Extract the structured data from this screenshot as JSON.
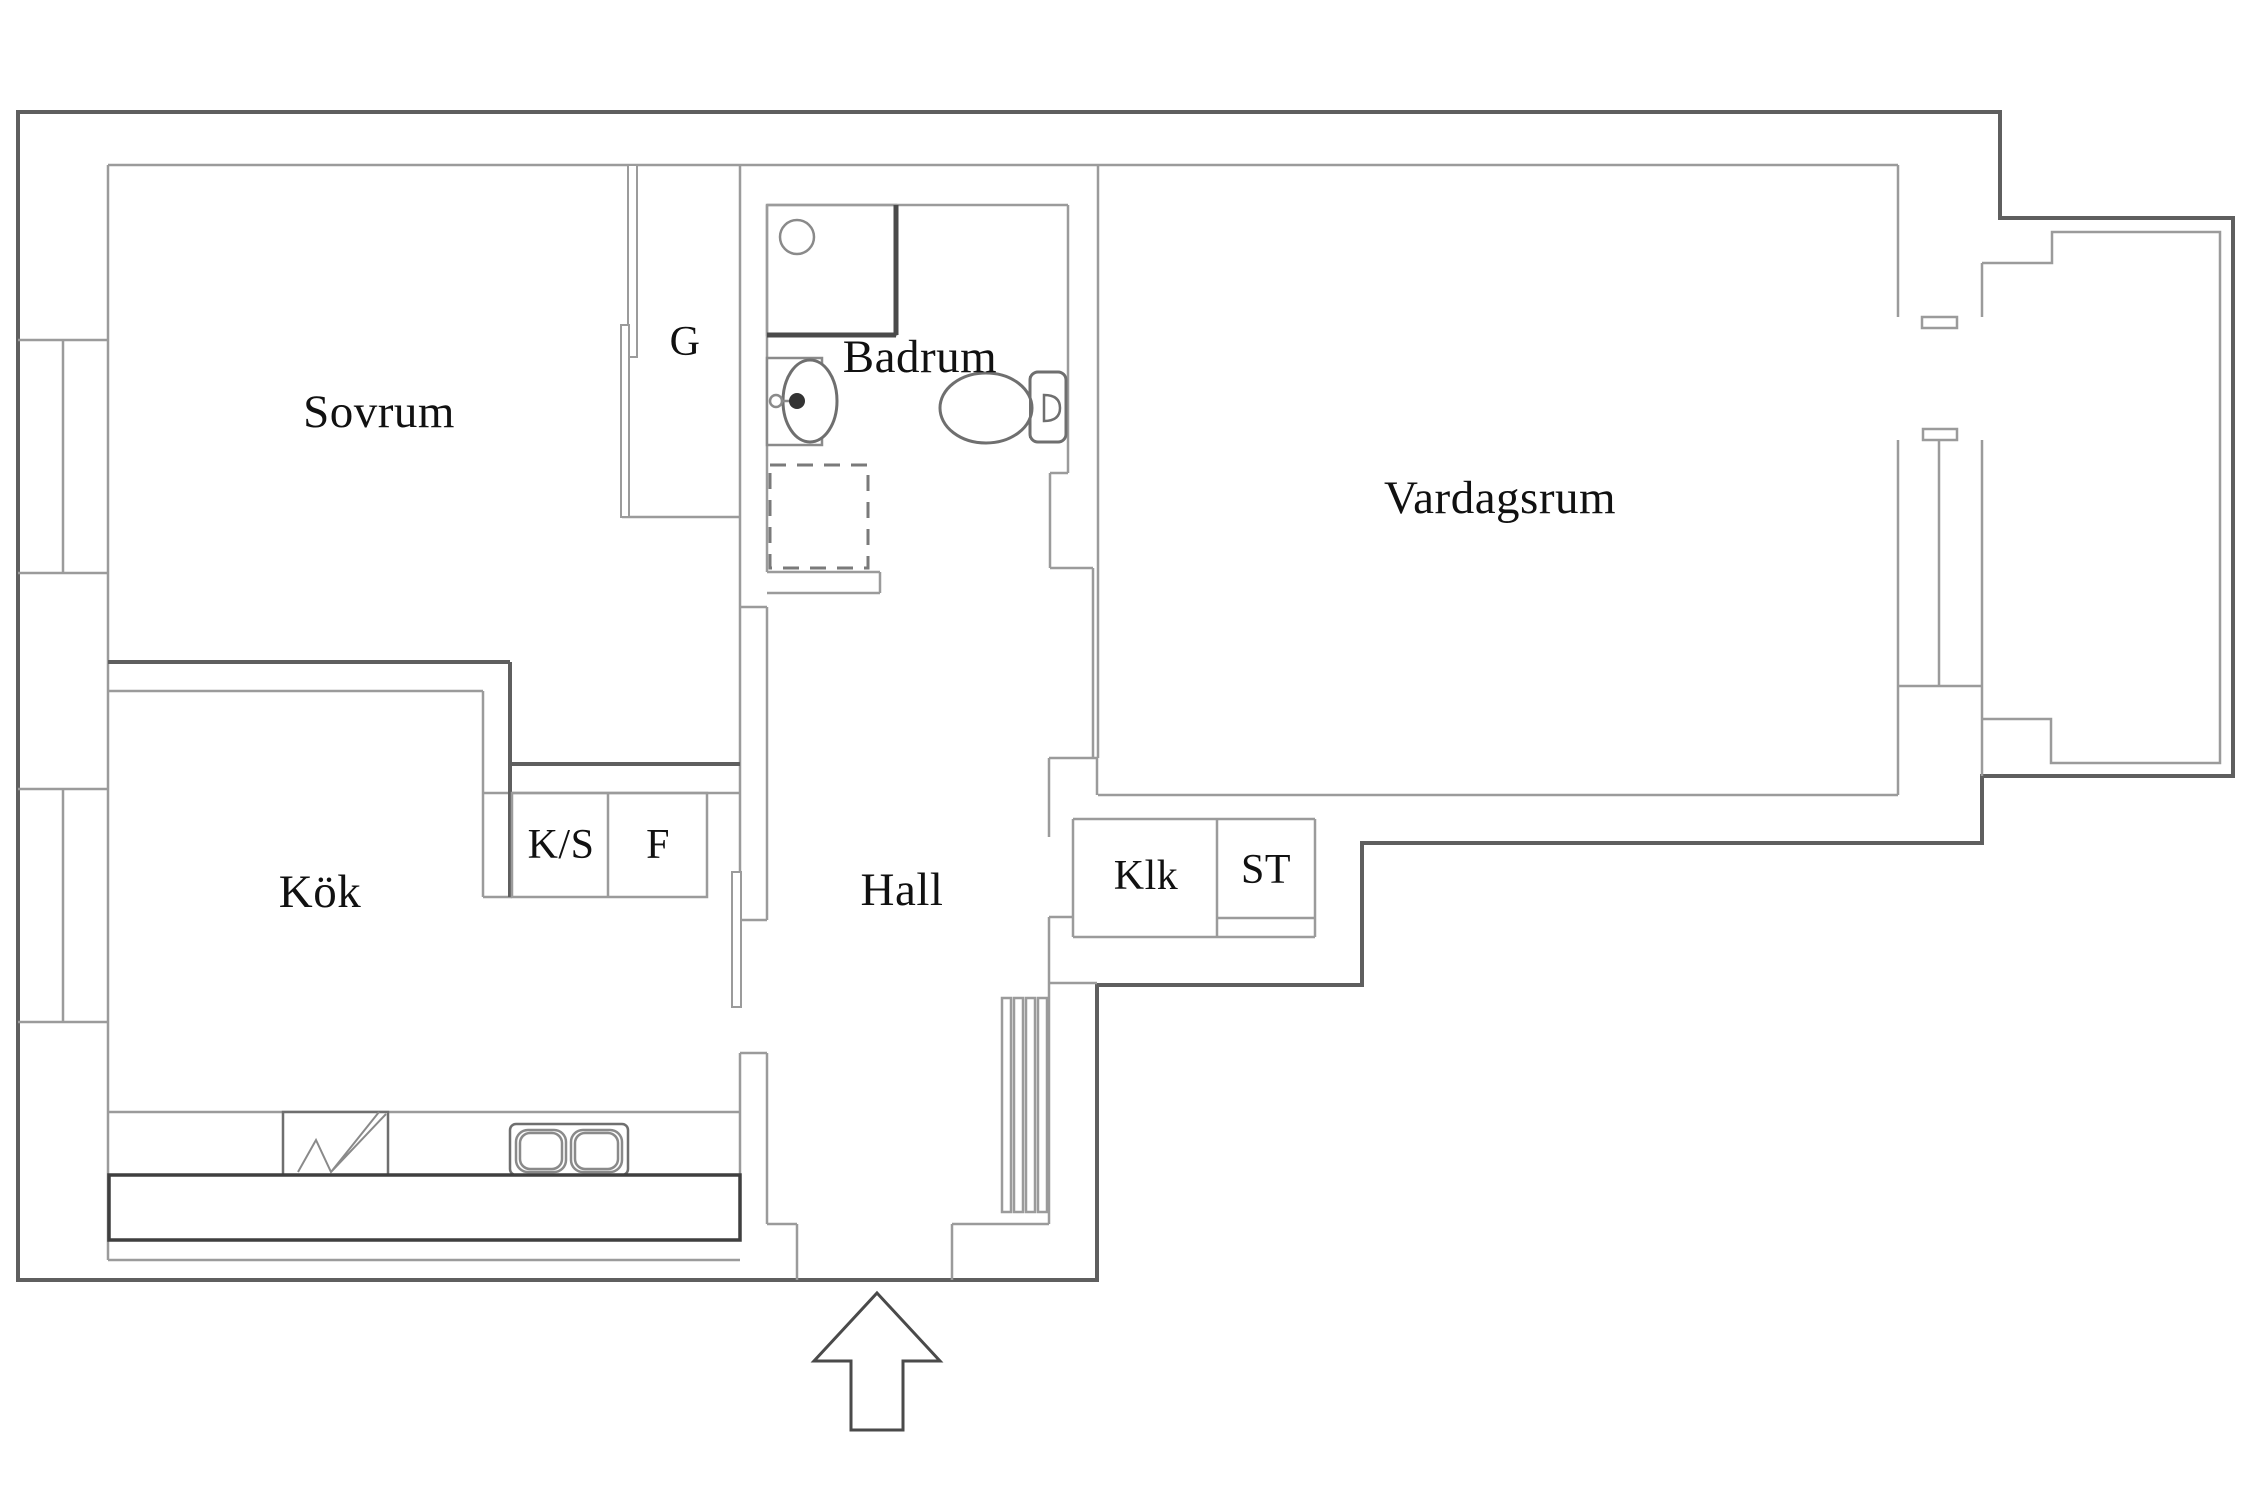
{
  "plan_title": "Apartment floor plan",
  "colors": {
    "background": "#ffffff",
    "wall_outer": "#5f5f5f",
    "wall_inner": "#9b9b9b",
    "fixture_line": "#8a8a8a",
    "fixture_dark": "#444444",
    "label_text": "#111111"
  },
  "rooms": [
    {
      "id": "sovrum",
      "label": "Sovrum"
    },
    {
      "id": "garderob",
      "label": "G"
    },
    {
      "id": "badrum",
      "label": "Badrum"
    },
    {
      "id": "vardagsrum",
      "label": "Vardagsrum"
    },
    {
      "id": "kok",
      "label": "Kök"
    },
    {
      "id": "kyl_sval",
      "label": "K/S"
    },
    {
      "id": "frys",
      "label": "F"
    },
    {
      "id": "hall",
      "label": "Hall"
    },
    {
      "id": "kladkammare",
      "label": "Klk"
    },
    {
      "id": "stad",
      "label": "ST"
    }
  ],
  "fixtures": [
    {
      "id": "shower",
      "name": "shower-with-drain",
      "room": "badrum"
    },
    {
      "id": "washbasin",
      "name": "washbasin-with-faucet",
      "room": "badrum"
    },
    {
      "id": "toilet",
      "name": "toilet",
      "room": "badrum"
    },
    {
      "id": "washer_space",
      "name": "dashed-appliance-space",
      "room": "badrum"
    },
    {
      "id": "stove",
      "name": "stove-symbol",
      "room": "kok"
    },
    {
      "id": "kitchen_sink",
      "name": "double-basin-sink",
      "room": "kok"
    },
    {
      "id": "counter",
      "name": "kitchen-counter",
      "room": "kok"
    },
    {
      "id": "radiator",
      "name": "radiator-grille",
      "room": "hall"
    },
    {
      "id": "entrance_arrow",
      "name": "entrance-arrow",
      "room": "entry"
    },
    {
      "id": "balcony",
      "name": "balcony",
      "room": "exterior"
    }
  ],
  "windows": [
    {
      "id": "window_left_sovrum",
      "wall": "left"
    },
    {
      "id": "window_left_kok",
      "wall": "left"
    },
    {
      "id": "window_balcony",
      "wall": "right"
    }
  ],
  "doors": [
    {
      "id": "entrance_door_opening",
      "wall": "bottom"
    },
    {
      "id": "balcony_door_opening",
      "wall": "right"
    },
    {
      "id": "kitchen_door_leaf",
      "wall": "kitchen-hall"
    },
    {
      "id": "garderob_sliding_doors",
      "wall": "sovrum-garderob"
    }
  ]
}
